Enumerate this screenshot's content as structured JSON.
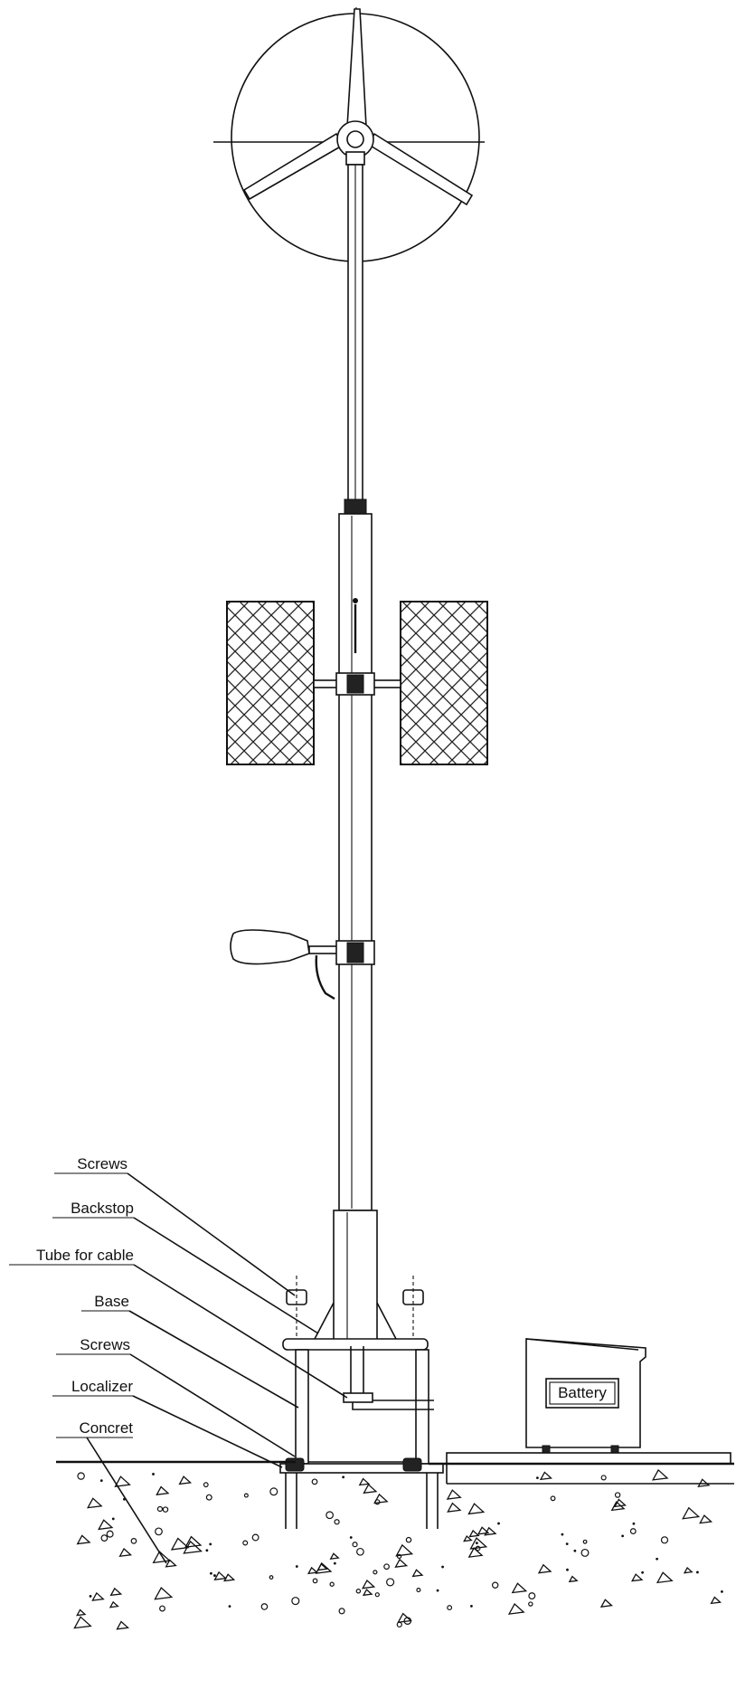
{
  "labels": {
    "screws_top": "Screws",
    "backstop": "Backstop",
    "tube_for_cable": "Tube for cable",
    "base": "Base",
    "screws_bottom": "Screws",
    "localizer": "Localizer",
    "concret": "Concret"
  },
  "battery": {
    "label": "Battery"
  }
}
